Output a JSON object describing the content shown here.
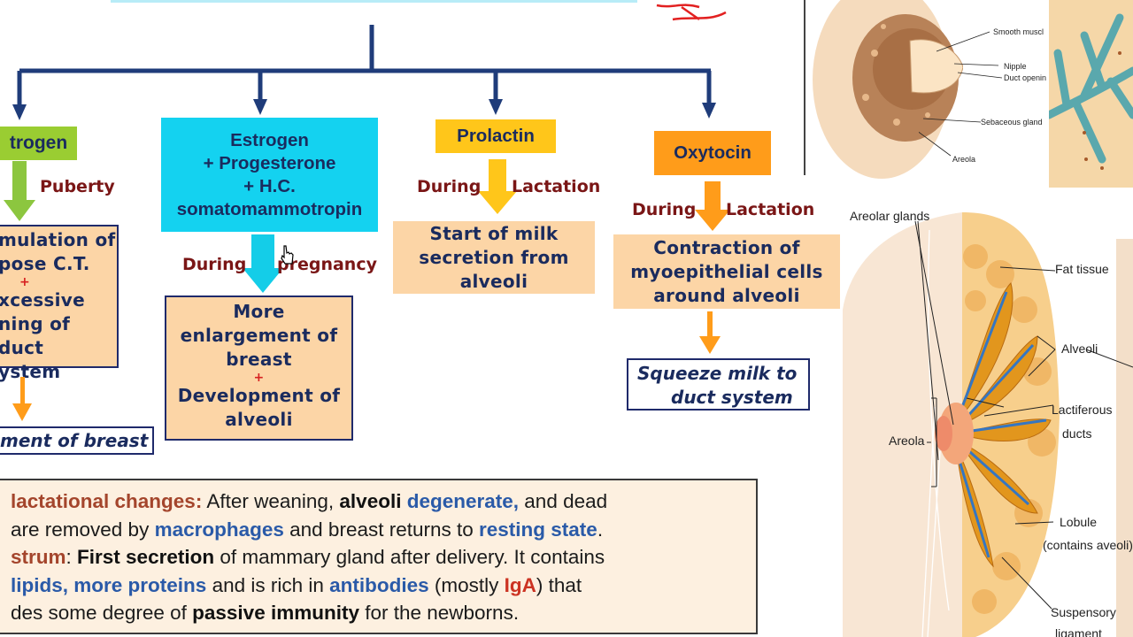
{
  "hormones": {
    "estrogen": {
      "label": "trogen",
      "event": "Puberty",
      "effect_lines": [
        "mulation of",
        "pose C.T.",
        "xcessive",
        "ning of duct",
        "ystem"
      ],
      "plus": "+",
      "result": "ment of breast"
    },
    "estrogen_progesterone": {
      "label_lines": [
        "Estrogen",
        "+ Progesterone",
        "+ H.C.",
        "somatomammotropin"
      ],
      "during": "During",
      "pregnancy": "pregnancy",
      "effect_lines_1": [
        "More",
        "enlargement  of",
        "breast"
      ],
      "plus": "+",
      "effect_lines_2": [
        "Development of",
        "alveoli"
      ]
    },
    "prolactin": {
      "label": "Prolactin",
      "during": "During",
      "lactation": "Lactation",
      "effect_lines": [
        "Start of milk",
        "secretion from",
        "alveoli"
      ]
    },
    "oxytocin": {
      "label": "Oxytocin",
      "during": "During",
      "lactation": "Lactation",
      "effect_lines": [
        "Contraction of",
        "myoepithelial cells",
        "around alveoli"
      ],
      "result_lines": [
        "Squeeze milk to",
        "duct  system"
      ]
    }
  },
  "notes": {
    "line1": {
      "a": "lactational changes:",
      "b": " After weaning, ",
      "c": "alveoli",
      "d": " ",
      "e": "degenerate,",
      "f": " and dead"
    },
    "line2": {
      "a": "are removed by ",
      "b": "macrophages",
      "c": " and breast returns to ",
      "d": "resting state",
      "e": "."
    },
    "line3": {
      "a": "strum",
      "b": ": ",
      "c": "First secretion",
      "d": " of mammary gland after delivery. It contains"
    },
    "line4": {
      "a": "lipids,",
      "b": " ",
      "c": "more proteins",
      "d": " and is rich in ",
      "e": "antibodies",
      "f": " (mostly ",
      "g": "IgA",
      "h": ") that"
    },
    "line5": {
      "a": "des some degree of ",
      "b": "passive immunity",
      "c": " for the newborns."
    }
  },
  "figure_top": {
    "labels": [
      "Smooth muscl",
      "Nipple",
      "Duct openin",
      "Sebaceous gland",
      "Areola"
    ]
  },
  "figure_bottom": {
    "labels": [
      "Areolar glands",
      "Fat tissue",
      "Alveoli",
      "Lactiferous",
      "ducts",
      "Areola",
      "Lobule",
      "(contains aveoli)",
      "Suspensory",
      "ligament"
    ]
  },
  "colors": {
    "navy": "#1f3c7a",
    "cyan": "#14d2f0",
    "green": "#9acd32",
    "yellow": "#ffc61a",
    "orange": "#ff9c1a",
    "box_fill": "#fcd5a6"
  }
}
